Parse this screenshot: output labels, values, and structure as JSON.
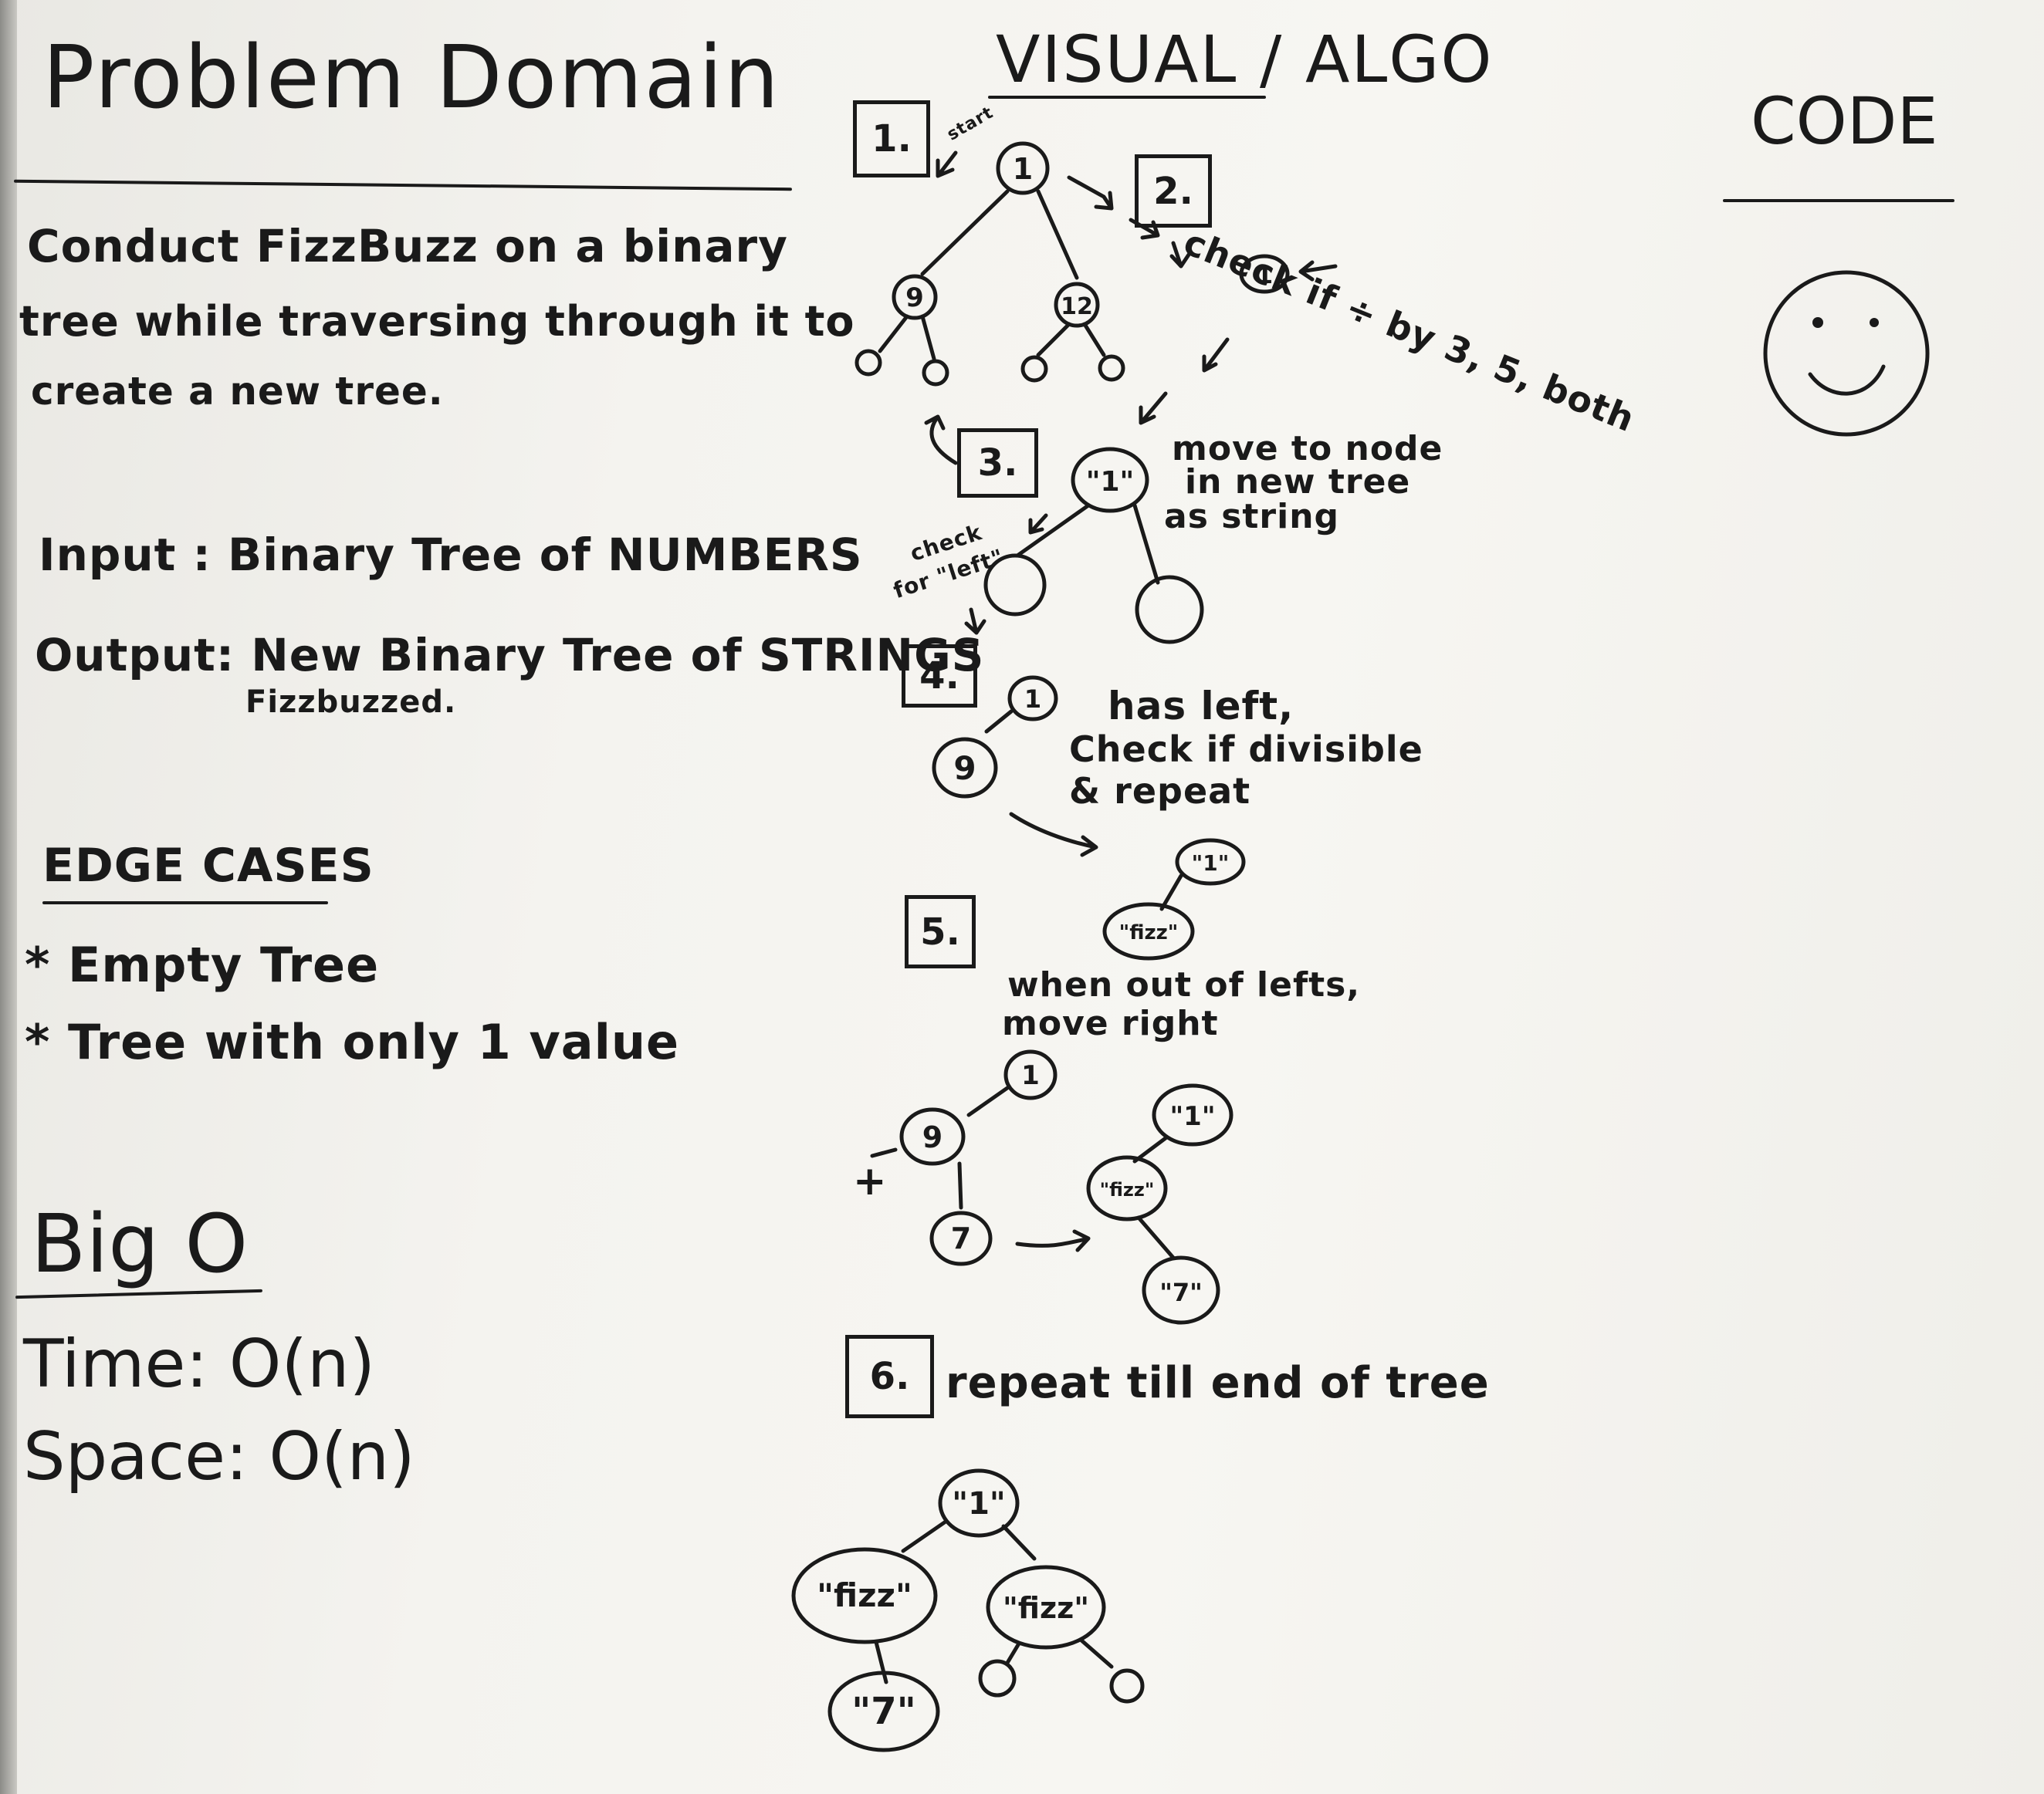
{
  "problem_domain": {
    "heading": "Problem Domain",
    "description_lines": [
      "Conduct FizzBuzz on a binary",
      "tree while traversing through it to",
      "create a new tree."
    ],
    "input_line": "Input : Binary Tree of NUMBERS",
    "output_line": "Output: New Binary Tree of STRINGS",
    "output_sub": "Fizzbuzzed.",
    "edge_cases_heading": "EDGE CASES",
    "edge_cases": [
      "* Empty Tree",
      "* Tree with only 1 value"
    ],
    "bigo_heading": "Big O",
    "time": "Time: O(n)",
    "space": "Space: O(n)"
  },
  "visual": {
    "heading": "VISUAL / ALGO",
    "step1": {
      "label": "1.",
      "start_note": "start",
      "nodes": [
        "1",
        "9",
        "12"
      ]
    },
    "step2": {
      "label": "2.",
      "note": "check if ÷ by 3, 5, both",
      "node": "1"
    },
    "step3": {
      "label": "3.",
      "node": "\"1\"",
      "note_lines": [
        "move to node",
        "in new tree",
        "as string"
      ],
      "check_note_lines": [
        "check",
        "for \"left\""
      ]
    },
    "step4": {
      "label": "4.",
      "nodes": [
        "1",
        "9"
      ],
      "note_lines": [
        "has left,",
        "Check if divisible",
        "& repeat"
      ],
      "result_nodes": [
        "\"1\"",
        "\"fizz\""
      ]
    },
    "step5": {
      "label": "5.",
      "note_lines": [
        "when out of lefts,",
        "move right"
      ],
      "nodes": [
        "1",
        "9",
        "7"
      ],
      "marker": "+",
      "result_nodes": [
        "\"1\"",
        "\"fizz\"",
        "\"7\""
      ]
    },
    "step6": {
      "label": "6.",
      "note": "repeat till end of tree",
      "nodes": [
        "\"1\"",
        "\"fizz\"",
        "\"fizz\"",
        "\"7\""
      ]
    }
  },
  "code": {
    "heading": "CODE",
    "face": "smiley-face"
  }
}
